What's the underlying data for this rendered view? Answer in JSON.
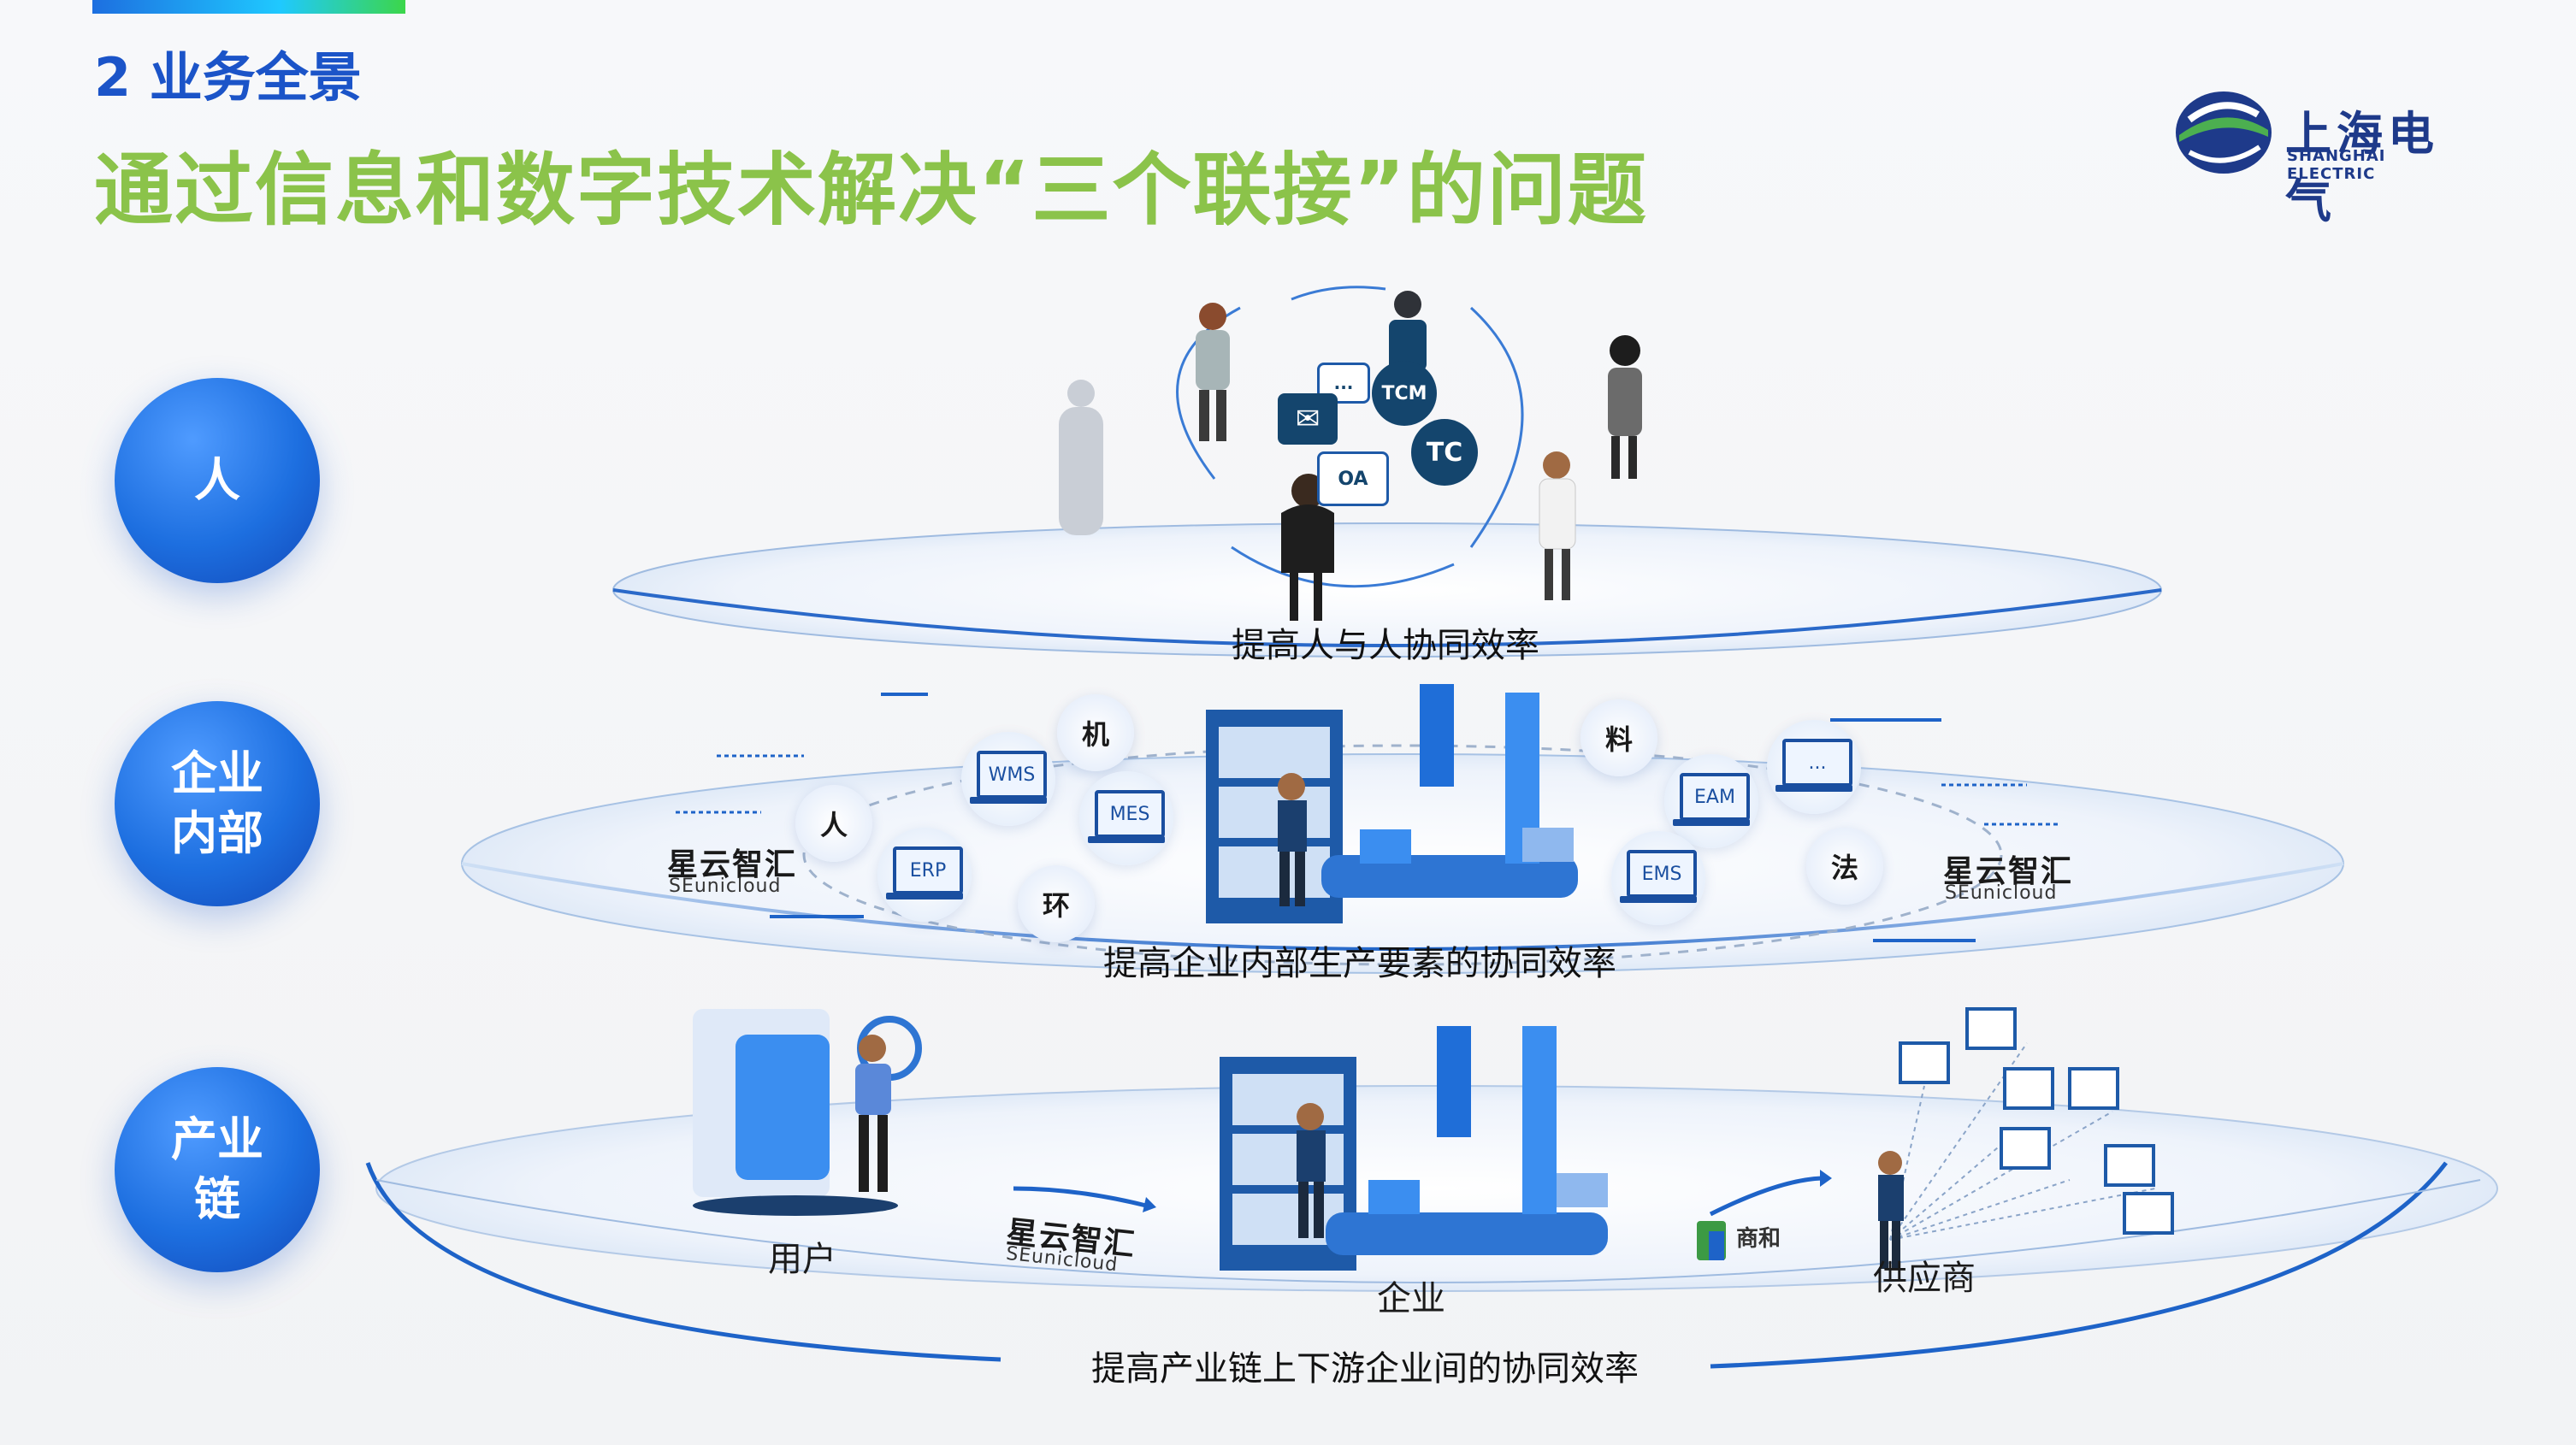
{
  "section": "2 业务全景",
  "headline": "通过信息和数字技术解决“三个联接”的问题",
  "logo": {
    "name": "上海电气",
    "english": "SHANGHAI ELECTRIC"
  },
  "layers": [
    {
      "circle": "人",
      "caption": "提高人与人协同效率"
    },
    {
      "circle": "企业\n内部",
      "caption": "提高企业内部生产要素的协同效率"
    },
    {
      "circle": "产业\n链",
      "caption": "提高产业链上下游企业间的协同效率"
    }
  ],
  "people_layer": {
    "bubbles": [
      "TCM",
      "TC",
      "OA",
      "..."
    ]
  },
  "enterprise_layer": {
    "elements": [
      "人",
      "机",
      "料",
      "法",
      "环"
    ],
    "systems": [
      "WMS",
      "MES",
      "ERP",
      "EAM",
      "EMS",
      "..."
    ],
    "platform_cn": "星云智汇",
    "platform_en": "SEunicloud"
  },
  "chain_layer": {
    "user_label": "用户",
    "enterprise_label": "企业",
    "supplier_label": "供应商",
    "platform_cn": "星云智汇",
    "platform_en": "SEunicloud",
    "partner": "商和"
  }
}
